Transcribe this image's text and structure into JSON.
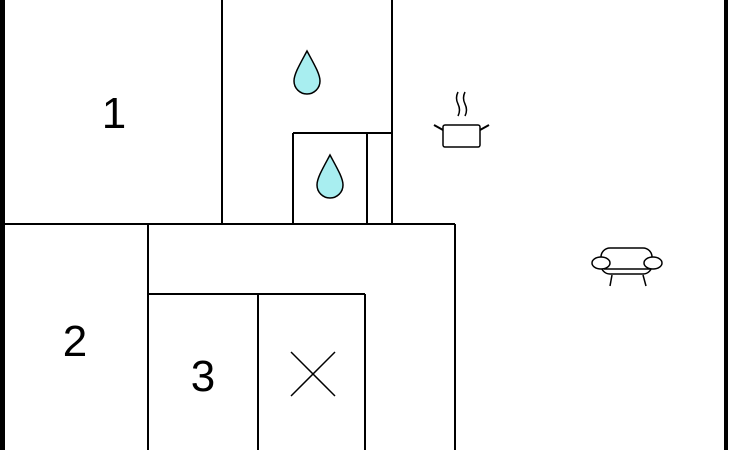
{
  "rooms": {
    "room1": "1",
    "room2": "2",
    "room3": "3"
  },
  "icons": {
    "bathroom": "water-drop-icon",
    "shower": "water-drop-icon",
    "kitchen": "cooking-pot-icon",
    "living": "sofa-icon",
    "stair_void": "cross-mark-icon"
  },
  "colors": {
    "walls": "#000000",
    "water": "#a8eef0",
    "background": "#ffffff"
  }
}
